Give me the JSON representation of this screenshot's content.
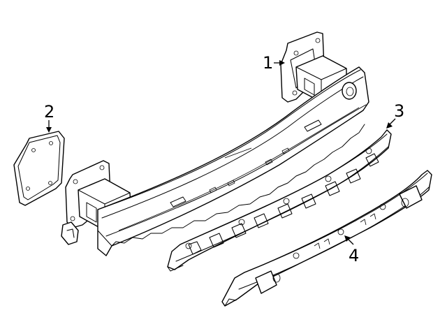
{
  "diagram": {
    "callouts": [
      {
        "id": "1",
        "label": "1",
        "part": "bumper-reinforcement-beam"
      },
      {
        "id": "2",
        "label": "2",
        "part": "mounting-plate"
      },
      {
        "id": "3",
        "label": "3",
        "part": "upper-bracket-rail"
      },
      {
        "id": "4",
        "label": "4",
        "part": "lower-bracket-rail"
      }
    ]
  }
}
